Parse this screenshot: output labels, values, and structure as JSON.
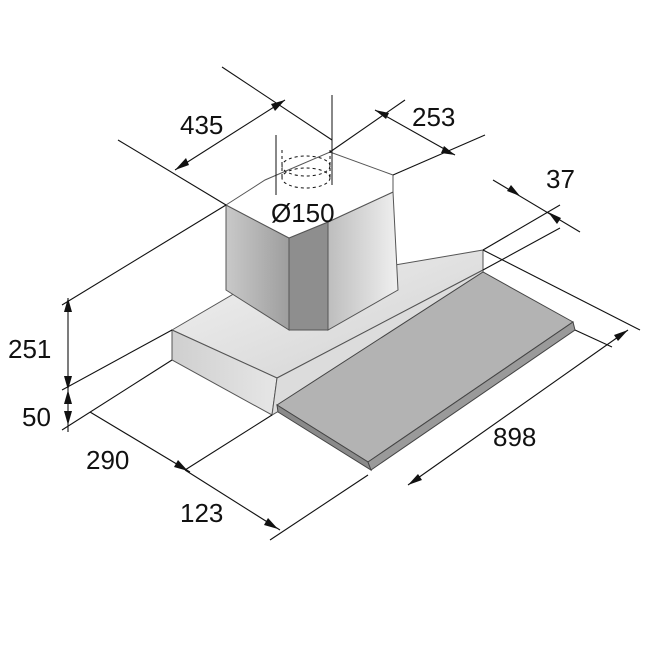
{
  "diagram": {
    "dimensions": {
      "width_top": "435",
      "depth_chimney": "253",
      "duct_diameter": "Ø150",
      "panel_thickness": "37",
      "height_body": "251",
      "height_base": "50",
      "depth_base": "290",
      "depth_front": "123",
      "total_width": "898"
    },
    "colors": {
      "panel_top": "#b0b0b0",
      "panel_side": "#8a8a8a",
      "body_light": "#d9d9d9",
      "body_mid": "#c6c6c6",
      "body_dark": "#a9a9a9",
      "line": "#111111"
    }
  }
}
